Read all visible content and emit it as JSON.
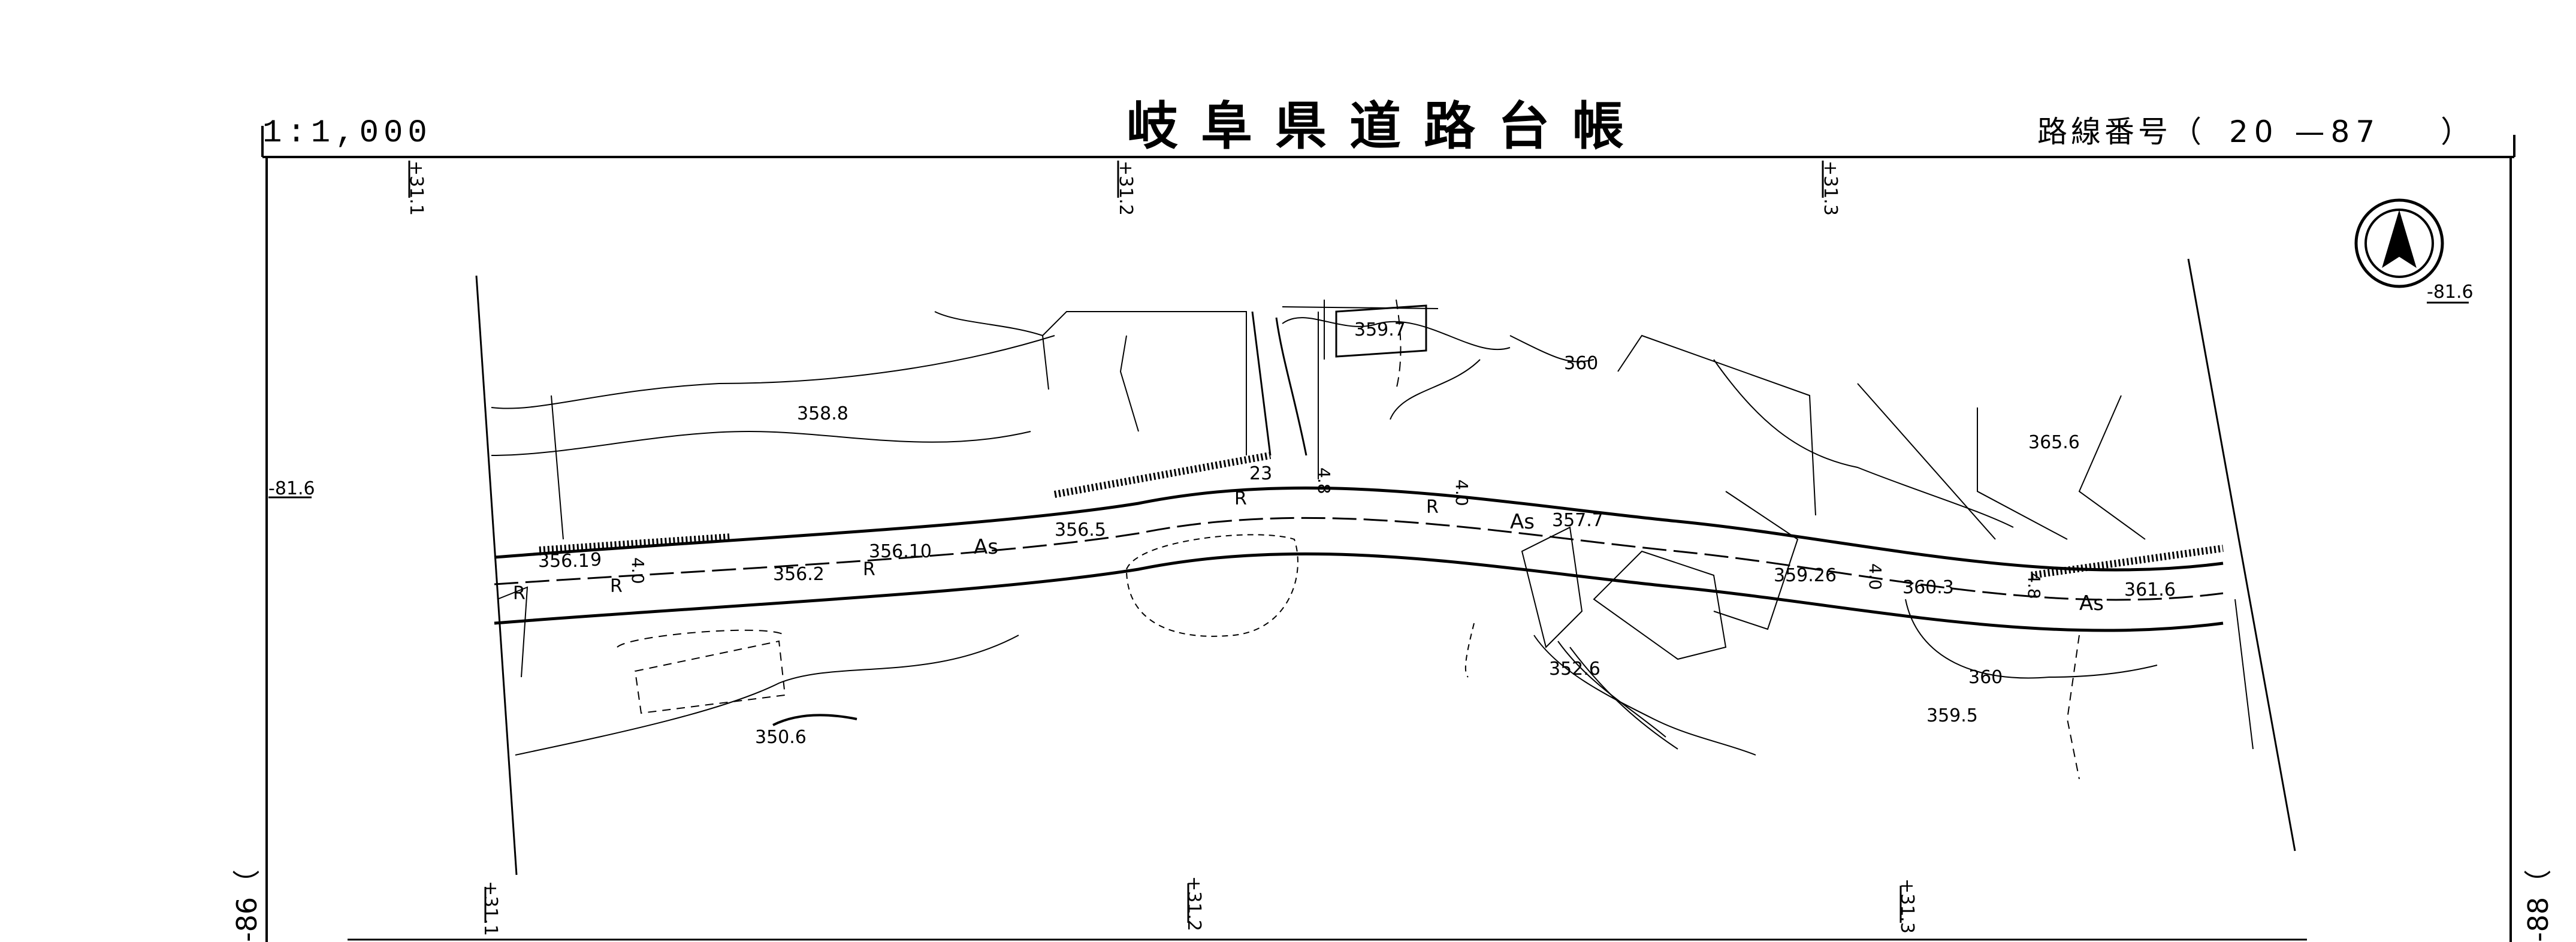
{
  "header": {
    "title": "岐阜県道路台帳",
    "scale": "1:1,000",
    "route_label": "路線番号（",
    "route_number": "20 —87",
    "route_close": "）"
  },
  "station_marks_top": [
    "+31.1",
    "+31.2",
    "+31.3"
  ],
  "station_marks_bottom": [
    "+31.1",
    "+31.2",
    "+31.3"
  ],
  "offset_left": "-81.6",
  "offset_right": "-81.6",
  "sheet_left": "-86（",
  "sheet_right": "-88（",
  "north_arrow": "north-arrow-icon",
  "map_labels": {
    "elev_3597": "359.7",
    "elev_360a": "360",
    "elev_3588": "358.8",
    "elev_3656": "365.6",
    "elev_3561": "356.1",
    "elev_3562": "356.2",
    "elev_35610": "356.10",
    "elev_3565": "356.5",
    "elev_3577": "357.7",
    "elev_35926": "359.26",
    "elev_3603": "360.3",
    "elev_3616": "361.6",
    "elev_3526": "352.6",
    "elev_360b": "360",
    "elev_3595": "359.5",
    "elev_3506": "350.6",
    "as1": "As",
    "as2": "As",
    "as3": "As",
    "r1": "R",
    "r2": "R",
    "r3": "R",
    "r4": "R",
    "r5": "R",
    "w40a": "4.0",
    "w40b": "4.0",
    "w40c": "4.0",
    "w48a": "4.8",
    "w48b": "4.8",
    "n23": "23",
    "n9": "9"
  }
}
